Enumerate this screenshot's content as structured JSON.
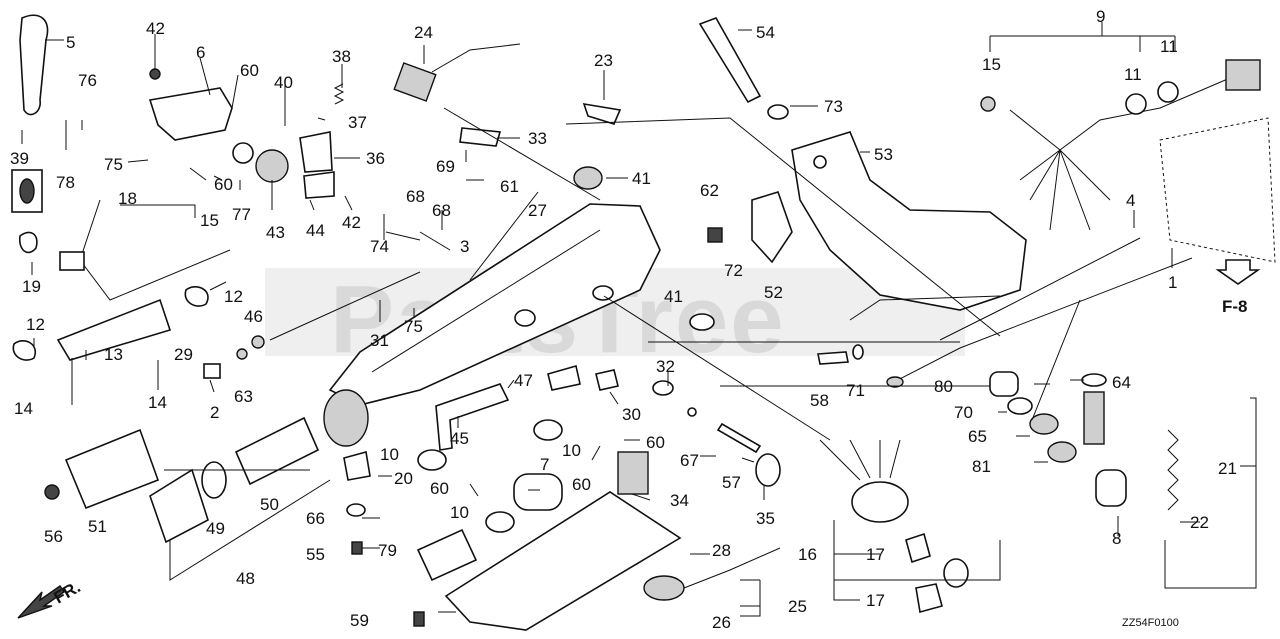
{
  "watermark": "PartsTree",
  "drawing_code": "ZZ54F0100",
  "reference": "F-8",
  "direction_label": "FR.",
  "callouts": [
    {
      "id": "c1",
      "text": "1"
    },
    {
      "id": "c2",
      "text": "2"
    },
    {
      "id": "c3",
      "text": "3"
    },
    {
      "id": "c4",
      "text": "4"
    },
    {
      "id": "c5",
      "text": "5"
    },
    {
      "id": "c6",
      "text": "6"
    },
    {
      "id": "c7",
      "text": "7"
    },
    {
      "id": "c8",
      "text": "8"
    },
    {
      "id": "c9",
      "text": "9"
    },
    {
      "id": "c10a",
      "text": "10"
    },
    {
      "id": "c10b",
      "text": "10"
    },
    {
      "id": "c10c",
      "text": "10"
    },
    {
      "id": "c11a",
      "text": "11"
    },
    {
      "id": "c11b",
      "text": "11"
    },
    {
      "id": "c12a",
      "text": "12"
    },
    {
      "id": "c12b",
      "text": "12"
    },
    {
      "id": "c13",
      "text": "13"
    },
    {
      "id": "c14a",
      "text": "14"
    },
    {
      "id": "c14b",
      "text": "14"
    },
    {
      "id": "c15a",
      "text": "15"
    },
    {
      "id": "c15b",
      "text": "15"
    },
    {
      "id": "c16",
      "text": "16"
    },
    {
      "id": "c17a",
      "text": "17"
    },
    {
      "id": "c17b",
      "text": "17"
    },
    {
      "id": "c18",
      "text": "18"
    },
    {
      "id": "c19",
      "text": "19"
    },
    {
      "id": "c20",
      "text": "20"
    },
    {
      "id": "c21",
      "text": "21"
    },
    {
      "id": "c22",
      "text": "22"
    },
    {
      "id": "c23",
      "text": "23"
    },
    {
      "id": "c24",
      "text": "24"
    },
    {
      "id": "c25",
      "text": "25"
    },
    {
      "id": "c26",
      "text": "26"
    },
    {
      "id": "c27",
      "text": "27"
    },
    {
      "id": "c28",
      "text": "28"
    },
    {
      "id": "c29",
      "text": "29"
    },
    {
      "id": "c30",
      "text": "30"
    },
    {
      "id": "c31",
      "text": "31"
    },
    {
      "id": "c32",
      "text": "32"
    },
    {
      "id": "c33",
      "text": "33"
    },
    {
      "id": "c34",
      "text": "34"
    },
    {
      "id": "c35",
      "text": "35"
    },
    {
      "id": "c36",
      "text": "36"
    },
    {
      "id": "c37",
      "text": "37"
    },
    {
      "id": "c38",
      "text": "38"
    },
    {
      "id": "c39",
      "text": "39"
    },
    {
      "id": "c40",
      "text": "40"
    },
    {
      "id": "c41a",
      "text": "41"
    },
    {
      "id": "c41b",
      "text": "41"
    },
    {
      "id": "c42a",
      "text": "42"
    },
    {
      "id": "c42b",
      "text": "42"
    },
    {
      "id": "c43",
      "text": "43"
    },
    {
      "id": "c44",
      "text": "44"
    },
    {
      "id": "c45",
      "text": "45"
    },
    {
      "id": "c46",
      "text": "46"
    },
    {
      "id": "c47",
      "text": "47"
    },
    {
      "id": "c48",
      "text": "48"
    },
    {
      "id": "c49",
      "text": "49"
    },
    {
      "id": "c50",
      "text": "50"
    },
    {
      "id": "c51",
      "text": "51"
    },
    {
      "id": "c52",
      "text": "52"
    },
    {
      "id": "c53",
      "text": "53"
    },
    {
      "id": "c54",
      "text": "54"
    },
    {
      "id": "c55",
      "text": "55"
    },
    {
      "id": "c56",
      "text": "56"
    },
    {
      "id": "c57",
      "text": "57"
    },
    {
      "id": "c58",
      "text": "58"
    },
    {
      "id": "c59",
      "text": "59"
    },
    {
      "id": "c60a",
      "text": "60"
    },
    {
      "id": "c60b",
      "text": "60"
    },
    {
      "id": "c60c",
      "text": "60"
    },
    {
      "id": "c60d",
      "text": "60"
    },
    {
      "id": "c60e",
      "text": "60"
    },
    {
      "id": "c61",
      "text": "61"
    },
    {
      "id": "c62",
      "text": "62"
    },
    {
      "id": "c63",
      "text": "63"
    },
    {
      "id": "c64",
      "text": "64"
    },
    {
      "id": "c65",
      "text": "65"
    },
    {
      "id": "c66",
      "text": "66"
    },
    {
      "id": "c67",
      "text": "67"
    },
    {
      "id": "c68a",
      "text": "68"
    },
    {
      "id": "c68b",
      "text": "68"
    },
    {
      "id": "c69",
      "text": "69"
    },
    {
      "id": "c70",
      "text": "70"
    },
    {
      "id": "c71",
      "text": "71"
    },
    {
      "id": "c72",
      "text": "72"
    },
    {
      "id": "c73",
      "text": "73"
    },
    {
      "id": "c74",
      "text": "74"
    },
    {
      "id": "c75a",
      "text": "75"
    },
    {
      "id": "c75b",
      "text": "75"
    },
    {
      "id": "c76",
      "text": "76"
    },
    {
      "id": "c77",
      "text": "77"
    },
    {
      "id": "c78",
      "text": "78"
    },
    {
      "id": "c79",
      "text": "79"
    },
    {
      "id": "c80",
      "text": "80"
    },
    {
      "id": "c81",
      "text": "81"
    }
  ]
}
